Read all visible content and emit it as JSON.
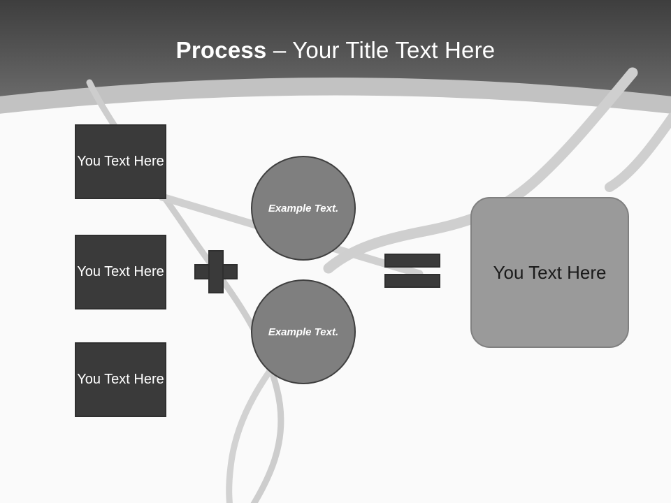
{
  "slide": {
    "title": {
      "strong": "Process",
      "rest": " – Your Title Text Here"
    }
  },
  "theme": {
    "header_dark_top": "#3d3d3d",
    "header_dark_bottom": "#636363",
    "header_band": "#c2c2c2",
    "canvas_bg": "#fafafa",
    "box_fill": "#3a3a3a",
    "box_border": "#2f2f2f",
    "box_text": "#ffffff",
    "circle_fill": "#7f7f7f",
    "circle_border": "#3f3f3f",
    "result_fill": "#9a9a9a",
    "result_border": "#808080",
    "result_text": "#1a1a1a",
    "ribbon": "#cdcdcd"
  },
  "inputs": [
    {
      "text": "You Text Here"
    },
    {
      "text": "You Text Here"
    },
    {
      "text": "You Text Here"
    }
  ],
  "operators": {
    "plus": "+",
    "equals": "="
  },
  "circles": [
    {
      "text": "Example Text."
    },
    {
      "text": "Example Text."
    }
  ],
  "result": {
    "text": "You Text Here"
  }
}
